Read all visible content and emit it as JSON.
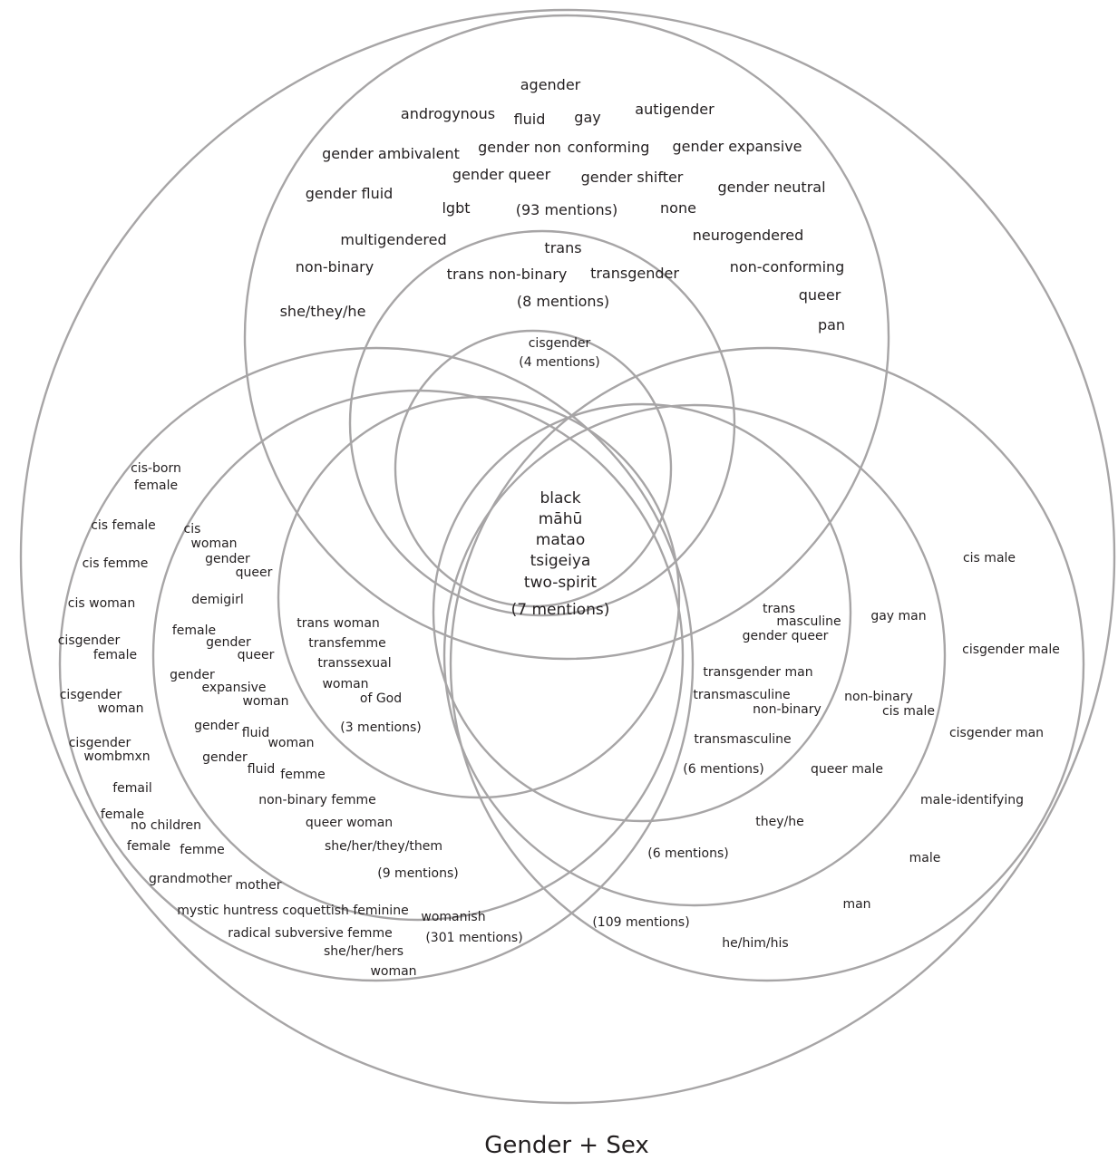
{
  "caption": "Gender + Sex",
  "regions": {
    "top": {
      "terms": [
        "agender",
        "androgynous",
        "fluid",
        "gay",
        "autigender",
        "gender ambivalent",
        "gender non",
        "conforming",
        "gender expansive",
        "gender queer",
        "gender shifter",
        "gender fluid",
        "gender neutral",
        "lgbt",
        "none",
        "multigendered",
        "neurogendered",
        "non-binary",
        "non-conforming",
        "queer",
        "she/they/he",
        "pan"
      ],
      "count": "(93 mentions)"
    },
    "trans": {
      "terms": [
        "trans",
        "trans non-binary",
        "transgender"
      ],
      "count": "(8 mentions)"
    },
    "cisgender": {
      "terms": [
        "cisgender"
      ],
      "count": "(4 mentions)"
    },
    "center": {
      "terms": [
        "black",
        "māhū",
        "matao",
        "tsigeiya",
        "two-spirit"
      ],
      "count": "(7 mentions)"
    },
    "left_outer": {
      "terms": [
        "cis-born",
        "female",
        "cis female",
        "cis femme",
        "cis woman",
        "cisgender",
        "female",
        "cisgender",
        "woman",
        "cisgender",
        "wombmxn",
        "femail",
        "female",
        "no children",
        "female",
        "femme",
        "grandmother",
        "mother",
        "mystic huntress coquettish feminine",
        "radical subversive femme",
        "she/her/hers",
        "woman",
        "womanish"
      ],
      "count": "(301 mentions)"
    },
    "left_inner": {
      "terms": [
        "cis",
        "woman",
        "gender",
        "queer",
        "demigirl",
        "female",
        "gender",
        "queer",
        "gender",
        "expansive",
        "woman",
        "gender",
        "fluid",
        "woman",
        "gender",
        "fluid",
        "femme",
        "non-binary femme",
        "queer woman",
        "she/her/they/them"
      ],
      "count": "(9 mentions)"
    },
    "trans_woman": {
      "terms": [
        "trans woman",
        "transfemme",
        "transsexual",
        "woman",
        "of God"
      ],
      "count": "(3 mentions)"
    },
    "trans_man": {
      "terms": [
        "trans",
        "masculine",
        "gender queer",
        "transgender man",
        "transmasculine",
        "non-binary",
        "transmasculine"
      ],
      "count": "(6 mentions)"
    },
    "right_inner": {
      "terms": [
        "gay man",
        "non-binary",
        "cis male",
        "queer male",
        "they/he"
      ],
      "count": "(6 mentions)"
    },
    "right_outer": {
      "terms": [
        "cis male",
        "cisgender male",
        "cisgender man",
        "male-identifying",
        "male",
        "man",
        "he/him/his"
      ],
      "count": "(109 mentions)"
    }
  }
}
